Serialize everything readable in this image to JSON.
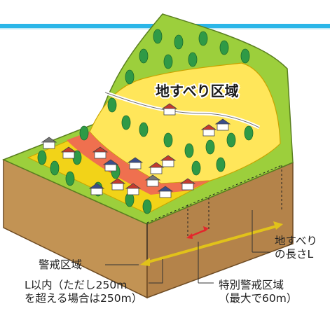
{
  "zone_title": "地すべり区域",
  "labels": {
    "warning_area": "警戒区域",
    "landslide_length": [
      "地すべり",
      "の長さL"
    ],
    "distance_note": [
      "L以内（ただし250m",
      "を超える場合は250m）"
    ],
    "special_warning_area": [
      "特別警戒区域",
      "（最大で60m）"
    ]
  },
  "colors": {
    "header_band": "#2bb6e8",
    "landslide_zone": "#ffe65a",
    "warning_zone": "#f2d318",
    "special_zone": "#ee6a52",
    "slope_green": "#9ccf3c",
    "soil": "#b98a4d",
    "arrow_length": "#e1c21a",
    "arrow_special": "#e4262c"
  }
}
